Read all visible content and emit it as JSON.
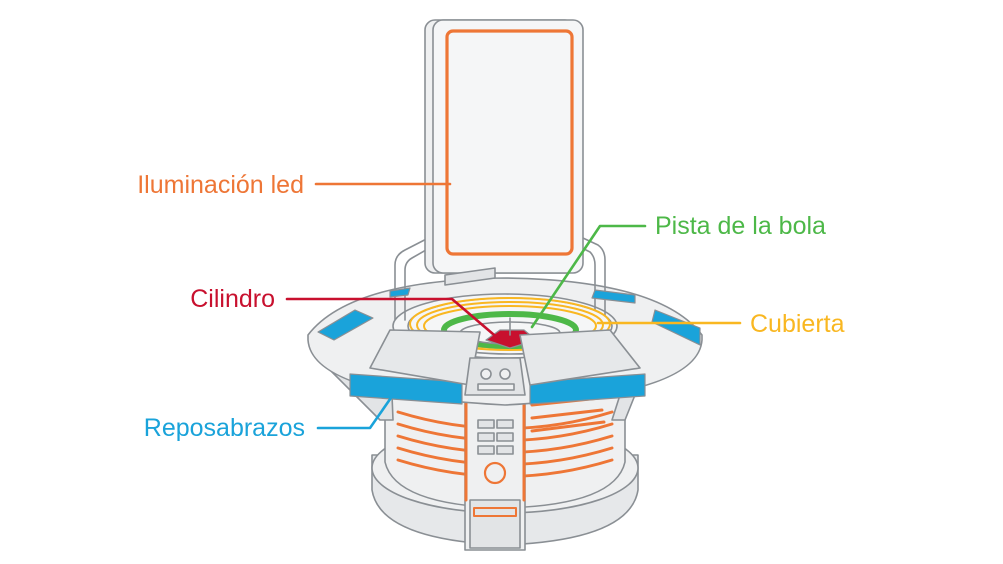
{
  "colors": {
    "led": "#EE7636",
    "track": "#4DB848",
    "cylinder": "#C8102E",
    "cover": "#F9B721",
    "armrest": "#1AA3DA",
    "outline": "#8A8F94",
    "body_fill": "#EFF0F1",
    "body_fill_dark": "#E2E4E6"
  },
  "labels": {
    "led": "Iluminación led",
    "track": "Pista de la bola",
    "cylinder": "Cilindro",
    "cover": "Cubierta",
    "armrest": "Reposabrazos"
  }
}
